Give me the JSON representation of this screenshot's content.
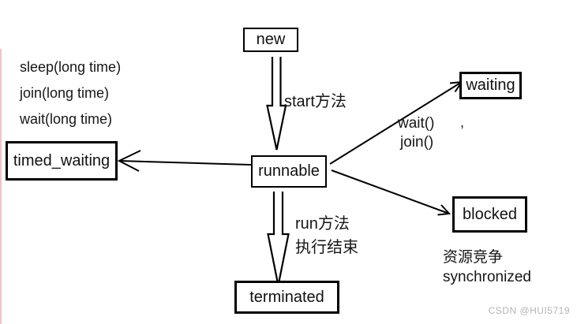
{
  "diagram": {
    "title_hint": "java-thread-state-diagram",
    "nodes": {
      "new": {
        "label": "new"
      },
      "runnable": {
        "label": "runnable"
      },
      "waiting": {
        "label": "waiting"
      },
      "timed_waiting": {
        "label": "timed_waiting"
      },
      "blocked": {
        "label": "blocked"
      },
      "terminated": {
        "label": "terminated"
      }
    },
    "edge_labels": {
      "start": "start方法",
      "wait_call": "wait()",
      "join_call": "join()",
      "tick": ",",
      "run": "run方法",
      "run_end": "执行结束",
      "resource": "资源竞争",
      "synchronized": "synchronized"
    },
    "side_labels": {
      "sleep_long": "sleep(long time)",
      "join_long": "join(long time)",
      "wait_long": "wait(long time)"
    },
    "colors": {
      "line": "#000000",
      "background": "#ffffff",
      "watermark": "#b5b5b5",
      "left_strip": "#f3c3c5"
    }
  },
  "watermark": {
    "text": "CSDN @HUI5719"
  }
}
